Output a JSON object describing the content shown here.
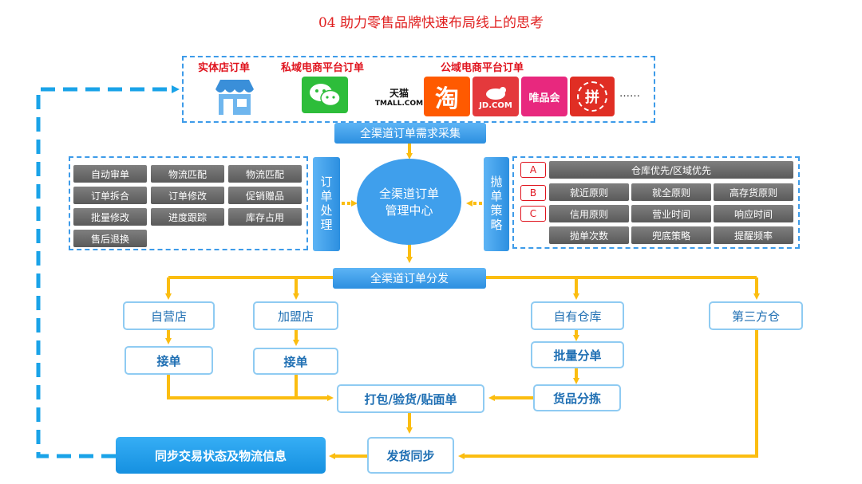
{
  "title": "04 助力零售品牌快速布局线上的思考",
  "sources": {
    "store_label": "实体店订单",
    "private_label": "私域电商平台订单",
    "public_label": "公域电商平台订单",
    "logos": {
      "tmall_line1": "天猫",
      "tmall_line2": "TMALL.COM",
      "taobao": "淘",
      "jd": "JD.COM",
      "vip": "唯品会",
      "pdd": "拼",
      "ellipsis": "……"
    }
  },
  "collect_bar": "全渠道订单需求采集",
  "left_panel": {
    "items": [
      "自动审单",
      "物流匹配",
      "物流匹配",
      "订单拆合",
      "订单修改",
      "促销赠品",
      "批量修改",
      "进度跟踪",
      "库存占用",
      "售后退换"
    ]
  },
  "order_processing": "订单处理",
  "center": {
    "line1": "全渠道订单",
    "line2": "管理中心"
  },
  "throw_strategy": "抛单策略",
  "right_panel": {
    "letters": [
      "A",
      "B",
      "C"
    ],
    "top": "仓库优先/区域优先",
    "grid": [
      "就近原则",
      "就全原则",
      "高存货原则",
      "信用原则",
      "营业时间",
      "响应时间",
      "抛单次数",
      "兜底策略",
      "提醒频率"
    ]
  },
  "distribute_bar": "全渠道订单分发",
  "nodes": {
    "own_store": "自营店",
    "franchise": "加盟店",
    "own_warehouse": "自有仓库",
    "third_party": "第三方仓",
    "accept1": "接单",
    "accept2": "接单",
    "batch_split": "批量分单",
    "picking": "货品分拣",
    "pack": "打包/验货/贴面单",
    "ship_sync": "发货同步",
    "sync_status": "同步交易状态及物流信息"
  },
  "colors": {
    "title_red": "#e02020",
    "accent_blue": "#2c8fe0",
    "arrow_yellow": "#fbbd10",
    "dash_blue": "#1aa3e8",
    "gray": "#6b6b6b"
  }
}
